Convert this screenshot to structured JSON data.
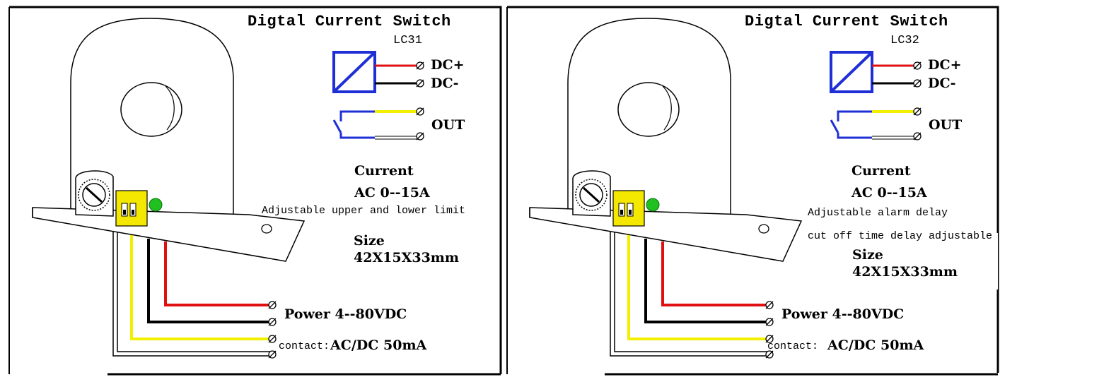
{
  "colors": {
    "blue": "#1f2fd6",
    "red": "#e01010",
    "yellow": "#f2f000",
    "green": "#1fc01f",
    "chip": "#f5e800",
    "black": "#000000"
  },
  "panels": [
    {
      "title": "Digtal Current Switch",
      "model": "LC31",
      "terminals": {
        "dc_plus": "DC+",
        "dc_minus": "DC-",
        "out": "OUT"
      },
      "current_heading": "Current",
      "current_range": "AC 0--15A",
      "notes": [
        "Adjustable upper and lower limit"
      ],
      "size_heading": "Size",
      "size_value": "42X15X33mm",
      "power": "Power 4--80VDC",
      "contact_label": "contact:",
      "contact_value": "AC/DC 50mA"
    },
    {
      "title": "Digtal Current Switch",
      "model": "LC32",
      "terminals": {
        "dc_plus": "DC+",
        "dc_minus": "DC-",
        "out": "OUT"
      },
      "current_heading": "Current",
      "current_range": "AC 0--15A",
      "notes": [
        "Adjustable alarm delay",
        "cut off time delay adjustable"
      ],
      "size_heading": "Size",
      "size_value": "42X15X33mm",
      "power": "Power 4--80VDC",
      "contact_label": "contact:",
      "contact_value": "AC/DC 50mA"
    }
  ]
}
